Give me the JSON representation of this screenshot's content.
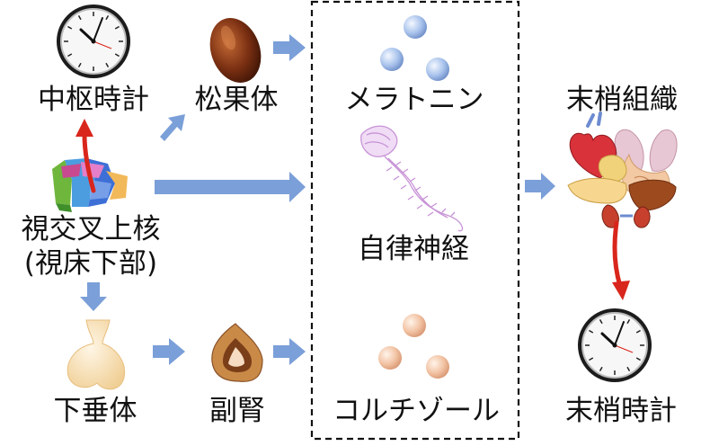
{
  "labels": {
    "central_clock": "中枢時計",
    "pineal": "松果体",
    "melatonin": "メラトニン",
    "peripheral_tissue": "末梢組織",
    "scn": "視交叉上核",
    "hypothalamus": "(視床下部)",
    "autonomic": "自律神経",
    "pituitary": "下垂体",
    "adrenal": "副腎",
    "cortisol": "コルチゾール",
    "peripheral_clock": "末梢時計"
  },
  "colors": {
    "blue_arrow": "#7b9fd8",
    "red_arrow": "#d9261c"
  }
}
